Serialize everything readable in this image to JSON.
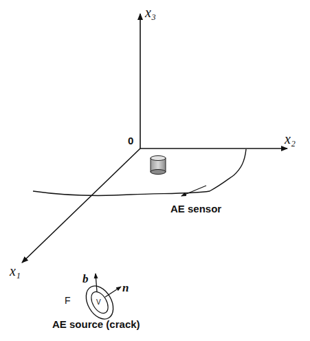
{
  "diagram": {
    "labels": [
      "x₃",
      "0",
      "x₂",
      "x₁",
      "AE sensor",
      "b",
      "n",
      "F",
      "V",
      "AE source (crack)"
    ]
  }
}
